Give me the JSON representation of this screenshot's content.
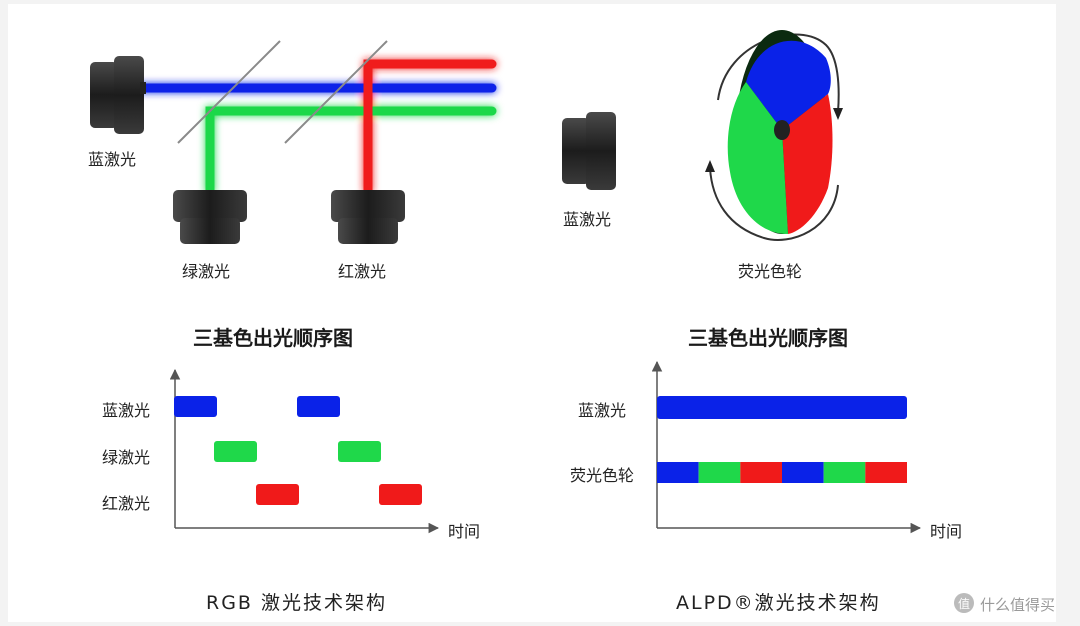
{
  "colors": {
    "blue": "#0a22e8",
    "green": "#1fd84a",
    "red": "#f01a1a",
    "body_dark": "#2a2a2a",
    "axis": "#555555"
  },
  "left_diagram": {
    "blue_laser_label": "蓝激光",
    "green_laser_label": "绿激光",
    "red_laser_label": "红激光"
  },
  "right_diagram": {
    "blue_laser_label": "蓝激光",
    "phosphor_wheel_label": "荧光色轮",
    "wheel_segments": [
      "blue",
      "red",
      "green"
    ]
  },
  "left_timing": {
    "title": "三基色出光顺序图",
    "rows": [
      "蓝激光",
      "绿激光",
      "红激光"
    ],
    "x_label": "时间",
    "pulses": [
      {
        "row": 0,
        "color": "blue"
      },
      {
        "row": 0,
        "color": "blue"
      },
      {
        "row": 1,
        "color": "green"
      },
      {
        "row": 1,
        "color": "green"
      },
      {
        "row": 2,
        "color": "red"
      },
      {
        "row": 2,
        "color": "red"
      }
    ]
  },
  "right_timing": {
    "title": "三基色出光顺序图",
    "rows": [
      "蓝激光",
      "荧光色轮"
    ],
    "x_label": "时间",
    "wheel_sequence": [
      "blue",
      "green",
      "red",
      "blue",
      "green",
      "red"
    ]
  },
  "captions": {
    "left": "RGB 激光技术架构",
    "right": "ALPD®激光技术架构"
  },
  "watermark": {
    "text": "什么值得买",
    "icon": "smzdm-logo-icon"
  }
}
